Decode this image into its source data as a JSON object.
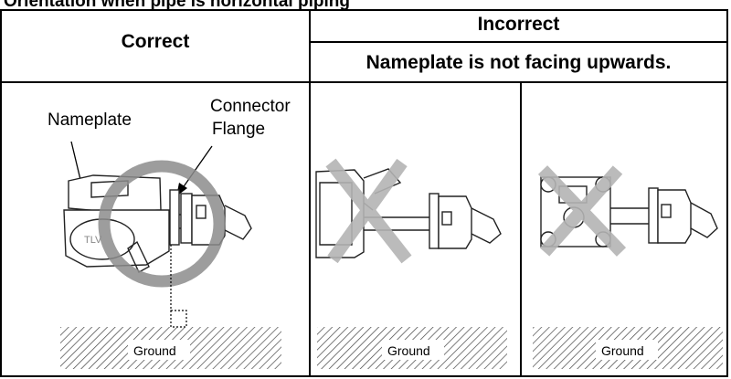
{
  "page": {
    "title": "Orientation when pipe is horizontal piping"
  },
  "table": {
    "header": {
      "correct": "Correct",
      "incorrect": "Incorrect",
      "incorrect_note": "Nameplate is not facing upwards."
    },
    "correct_panel": {
      "label_nameplate": "Nameplate",
      "label_connector_line1": "Connector",
      "label_connector_line2": "Flange",
      "ground_label": "Ground",
      "body_mark": "TLV"
    },
    "incorrect_panel_1": {
      "ground_label": "Ground"
    },
    "incorrect_panel_2": {
      "ground_label": "Ground"
    }
  },
  "colors": {
    "line": "#000000",
    "circle_mark": "#8c8c8c",
    "cross_mark": "#b4b4b4",
    "hatch": "#444444"
  }
}
